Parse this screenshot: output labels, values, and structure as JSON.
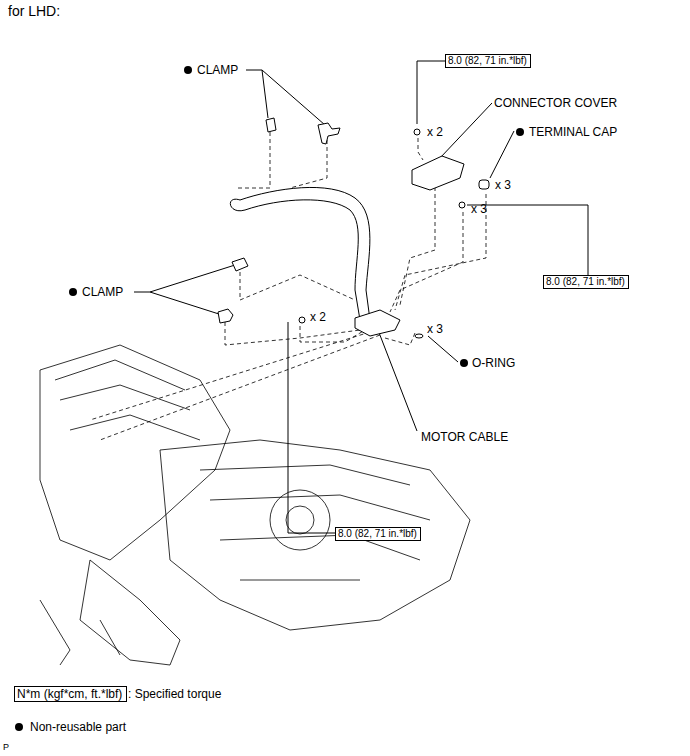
{
  "diagram": {
    "nodes": [
      {
        "text": [
          "8.0 (82, 71 in.*lbf)"
        ]
      },
      {
        "text": [
          "8.0 (82, 71 in.*lbf)"
        ]
      },
      {
        "text": [
          "8.0 (82, 71 in.*lbf)"
        ]
      },
      {
        "text": [
          "N*m (kgf*cm, ft.*lbf)"
        ]
      }
    ],
    "labels": [
      "for LHD:",
      "CLAMP",
      "CONNECTOR COVER",
      "TERMINAL CAP",
      "x 2",
      "x 3",
      "x 3",
      "CLAMP",
      "x 2",
      "x 3",
      "O-RING",
      "MOTOR CABLE",
      "P"
    ],
    "legend": [
      {
        "text": ": Specified torque"
      },
      {
        "text": "Non-reusable part"
      }
    ]
  }
}
